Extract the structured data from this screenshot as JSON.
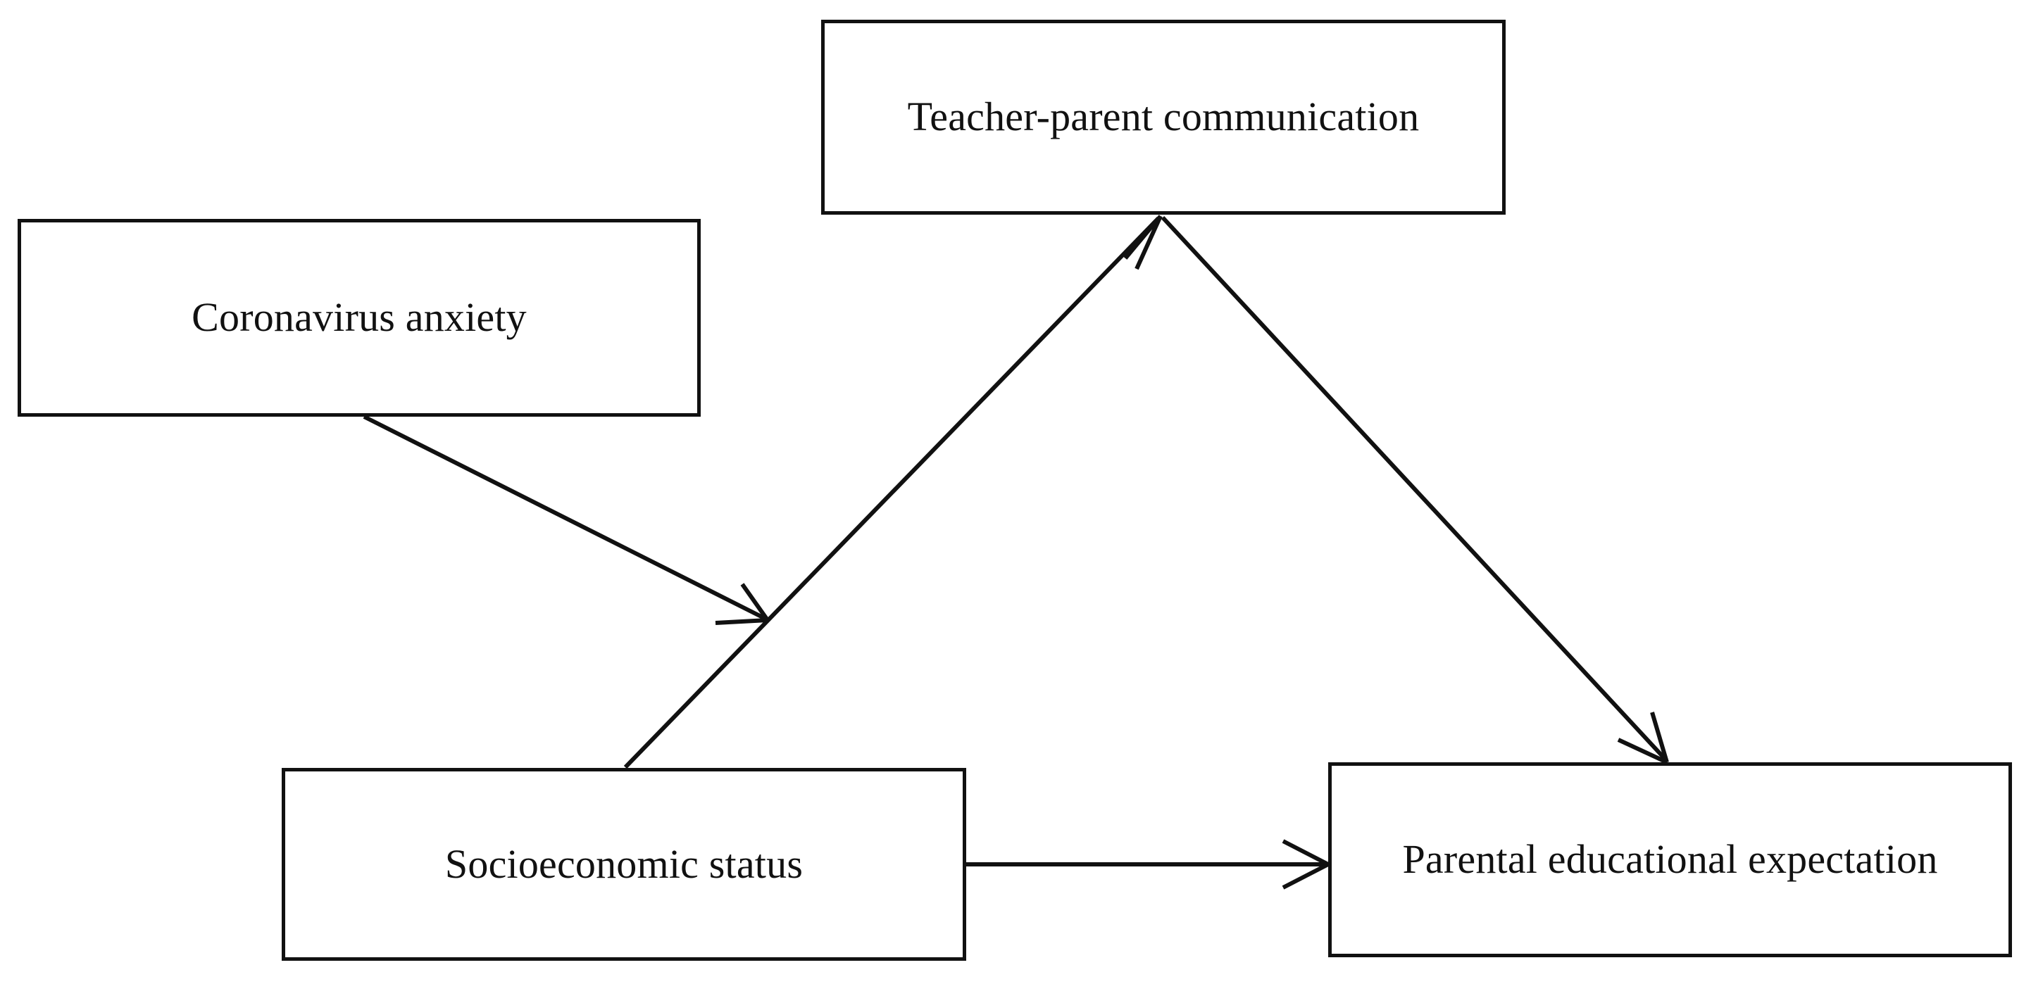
{
  "diagram": {
    "type": "path-model",
    "background_color": "#ffffff",
    "line_color": "#111111",
    "nodes": [
      {
        "id": "coronavirus-anxiety",
        "label": "Coronavirus anxiety",
        "position": "upper-left"
      },
      {
        "id": "teacher-parent-communication",
        "label": "Teacher-parent communication",
        "position": "top-center"
      },
      {
        "id": "socioeconomic-status",
        "label": "Socioeconomic status",
        "position": "bottom-left"
      },
      {
        "id": "parental-educational-expectation",
        "label": "Parental educational expectation",
        "position": "bottom-right"
      }
    ],
    "edges": [
      {
        "id": "ses-to-communication",
        "from": "socioeconomic-status",
        "to": "teacher-parent-communication",
        "style": "solid",
        "arrow": "single",
        "label": ""
      },
      {
        "id": "communication-to-expectation",
        "from": "teacher-parent-communication",
        "to": "parental-educational-expectation",
        "style": "solid",
        "arrow": "single",
        "label": ""
      },
      {
        "id": "ses-to-expectation",
        "from": "socioeconomic-status",
        "to": "parental-educational-expectation",
        "style": "solid",
        "arrow": "single",
        "label": ""
      },
      {
        "id": "anxiety-moderates-ses-to-communication",
        "from": "coronavirus-anxiety",
        "to": "ses-to-communication",
        "style": "solid",
        "arrow": "single",
        "label": "",
        "role": "moderation"
      }
    ]
  }
}
